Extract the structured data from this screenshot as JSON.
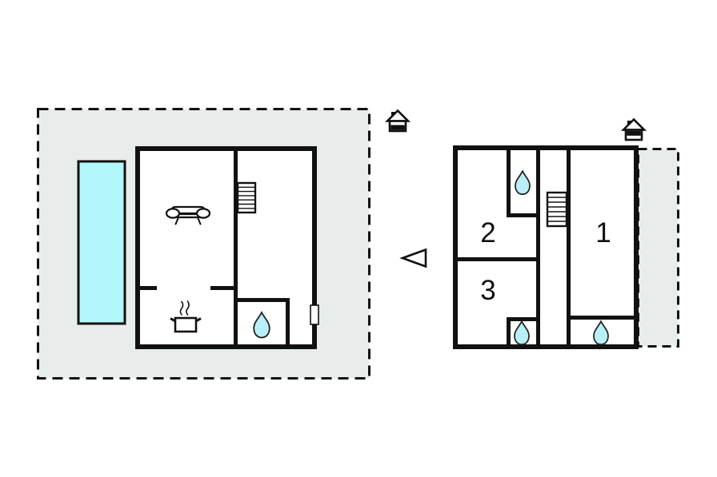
{
  "colors": {
    "wall": "#111111",
    "area_fill": "#e8edec",
    "pool_fill": "#b2f7fb",
    "drop_fill": "#b9eff7",
    "room_fill": "#ffffff"
  },
  "ground_floor": {
    "icons": {
      "floor_indicator": "house-ground-floor-icon",
      "pool": "swimming-pool",
      "sofa": "sofa-icon",
      "stove": "stove-pot-icon",
      "stairs": "staircase",
      "bathroom": "water-drop-icon",
      "door": "door-marker"
    }
  },
  "upper_floor": {
    "icons": {
      "floor_indicator": "house-upper-floor-icon",
      "stairs": "staircase",
      "bathrooms": "water-drop-icon",
      "terrace": "terrace-area"
    },
    "rooms": [
      {
        "number": "1"
      },
      {
        "number": "2"
      },
      {
        "number": "3"
      }
    ]
  },
  "compass": {
    "arrow": "direction-arrow-west"
  }
}
